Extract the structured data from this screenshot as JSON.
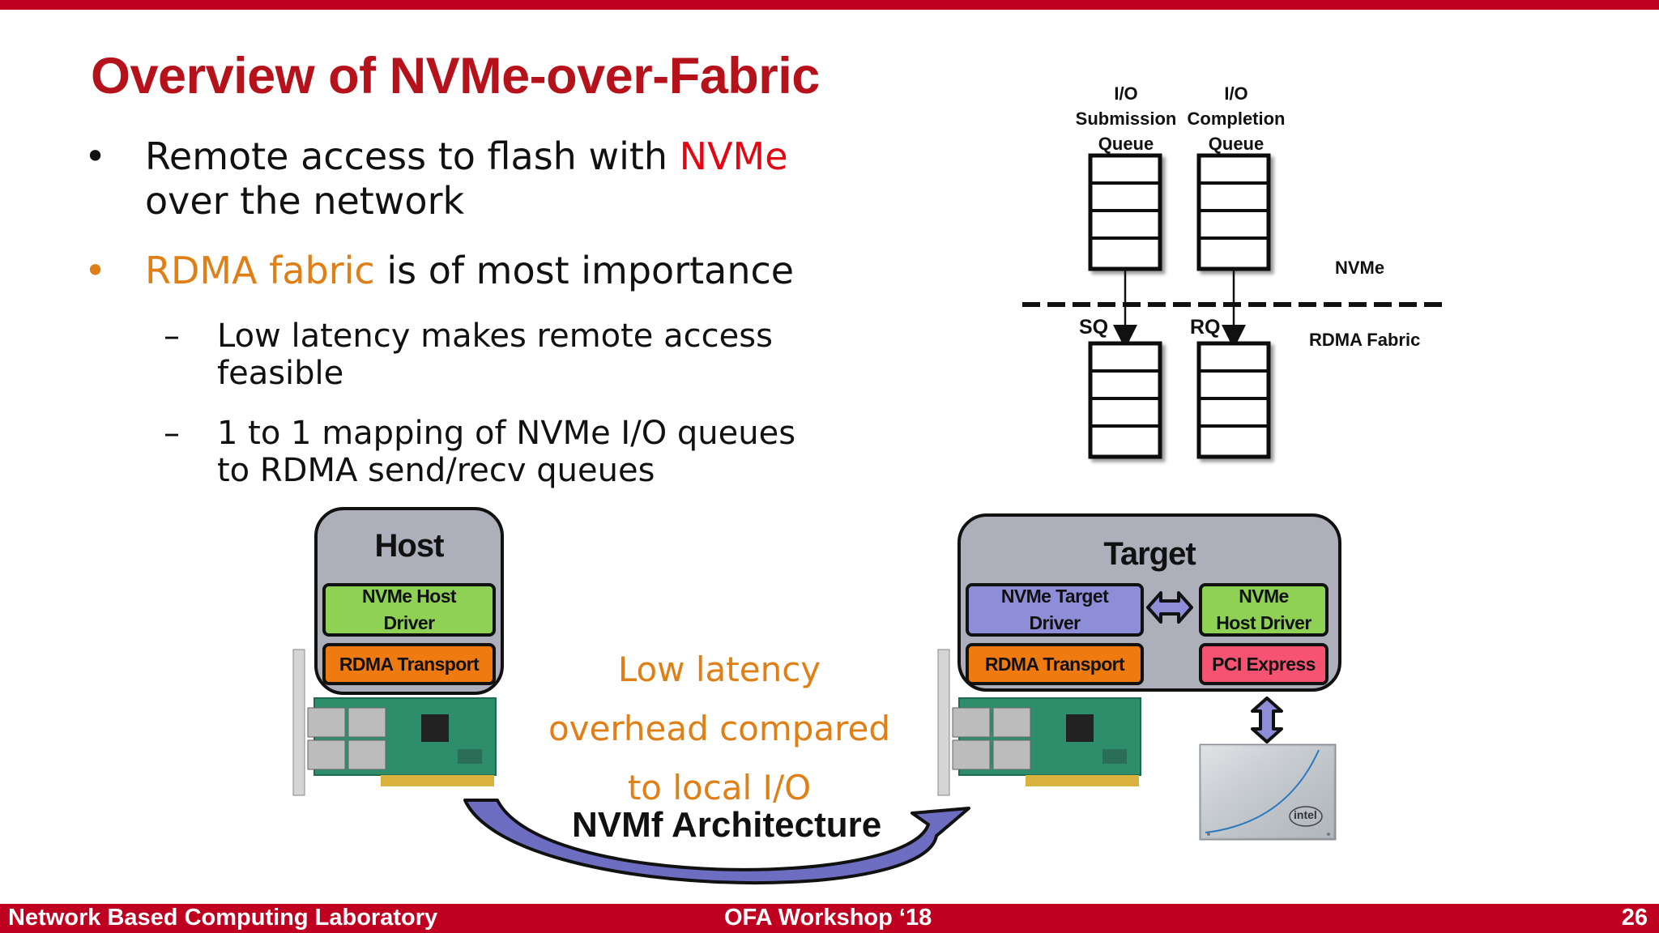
{
  "slide": {
    "title": "Overview of NVMe-over-Fabric",
    "bullets": [
      {
        "marker": "•",
        "parts": [
          "Remote access to flash with ",
          "NVMe"
        ],
        "line2": "over the network"
      },
      {
        "marker": "•",
        "parts": [
          "RDMA fabric",
          " is of most importance"
        ]
      }
    ],
    "subbullets": [
      {
        "marker": "–",
        "line1": "Low latency makes remote access",
        "line2": "feasible"
      },
      {
        "marker": "–",
        "line1": "1 to 1 mapping of NVMe I/O queues",
        "line2": "to RDMA send/recv queues"
      }
    ],
    "colors": {
      "accent": "#c00020",
      "title": "#b5121b",
      "nvme_red": "#e30613",
      "rdma_orange": "#e07f16"
    }
  },
  "queue_diagram": {
    "sq_header": [
      "I/O",
      "Submission",
      "Queue"
    ],
    "cq_header": [
      "I/O",
      "Completion",
      "Queue"
    ],
    "layer_top": "NVMe",
    "layer_bottom": "RDMA Fabric",
    "sq_label": "SQ",
    "rq_label": "RQ"
  },
  "architecture": {
    "host": {
      "title": "Host",
      "driver": [
        "NVMe Host",
        "Driver"
      ],
      "transport": "RDMA Transport"
    },
    "target": {
      "title": "Target",
      "driver": [
        "NVMe Target",
        "Driver"
      ],
      "host_driver": [
        "NVMe",
        "Host Driver"
      ],
      "transport": "RDMA Transport",
      "pcie": "PCI Express"
    },
    "latency_note": [
      "Low latency",
      "overhead compared",
      "to local I/O"
    ],
    "caption": "NVMf Architecture",
    "ssd_brand": "intel"
  },
  "footer": {
    "left": "Network Based Computing Laboratory",
    "center": "OFA Workshop ‘18",
    "page": "26"
  }
}
